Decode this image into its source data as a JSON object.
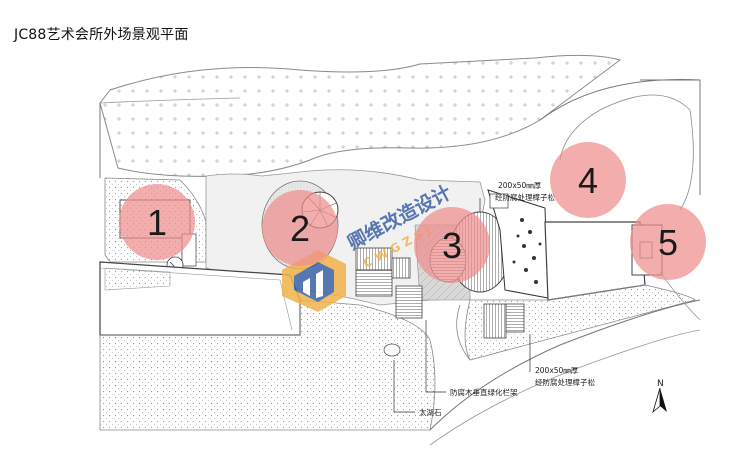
{
  "title": "JC88艺术会所外场景观平面",
  "zones": [
    {
      "number": "1",
      "color": "#f08d8d"
    },
    {
      "number": "2",
      "color": "#f08d8d"
    },
    {
      "number": "3",
      "color": "#f08d8d"
    },
    {
      "number": "4",
      "color": "#f08d8d"
    },
    {
      "number": "5",
      "color": "#f08d8d"
    }
  ],
  "annotations": {
    "deck_top_line1": "200x50㎜厚",
    "deck_top_line2": "经防腐处理樟子松",
    "deck_bottom_line1": "200x50㎜厚",
    "deck_bottom_line2": "经防腐处理樟子松",
    "trellis": "防腐木垂直绿化栏架",
    "rock": "太湖石"
  },
  "north_label": "N",
  "watermark": {
    "cn": "卿维改造设计",
    "en": "C W G Z S J",
    "colors": {
      "blue": "#3d62a8",
      "orange": "#f0b24a"
    }
  }
}
